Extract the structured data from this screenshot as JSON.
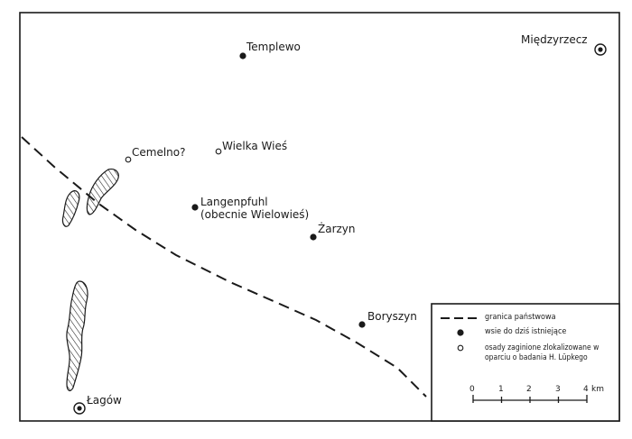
{
  "map": {
    "places": {
      "miedzyrzecz": "Międzyrzecz",
      "templewo": "Templewo",
      "cemelno": "Cemelno?",
      "wielka_wies": "Wielka Wieś",
      "langenpfuhl_1": "Langenpfuhl",
      "langenpfuhl_2": "(obecnie Wielowieś)",
      "zarzyn": "Żarzyn",
      "boryszyn": "Boryszyn",
      "lagow": "Łagów"
    },
    "legend": {
      "border": "granica państwowa",
      "existing": "wsie do dziś istniejące",
      "lost": "osady zaginione zlokalizowane w oparciu o badania H. Lüpkego"
    },
    "scale": {
      "ticks": [
        "0",
        "1",
        "2",
        "3",
        "4"
      ],
      "unit": "km"
    },
    "colors": {
      "ink": "#1a1a1a",
      "paper": "#ffffff"
    }
  }
}
